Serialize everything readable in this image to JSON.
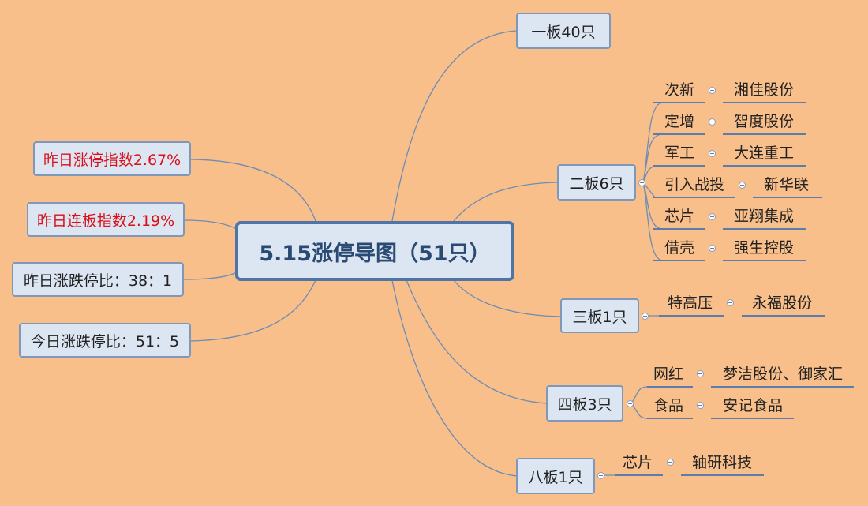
{
  "colors": {
    "background": "#F8BF8B",
    "edge": "#6E8CB5",
    "red_text": "#D9101A"
  },
  "center": {
    "title": "5.15涨停导图（51只）"
  },
  "left": {
    "yesterday_limit_index": "昨日涨停指数2.67%",
    "yesterday_consec_index": "昨日连板指数2.19%",
    "yesterday_ratio": "昨日涨跌停比：38：1",
    "today_ratio": "今日涨跌停比：51：5"
  },
  "right": {
    "board1": "一板40只",
    "board2": "二板6只",
    "board3": "三板1只",
    "board4": "四板3只",
    "board8": "八板1只"
  },
  "board2_items": [
    {
      "category": "次新",
      "stock": "湘佳股份"
    },
    {
      "category": "定增",
      "stock": "智度股份"
    },
    {
      "category": "军工",
      "stock": "大连重工"
    },
    {
      "category": "引入战投",
      "stock": "新华联"
    },
    {
      "category": "芯片",
      "stock": "亚翔集成"
    },
    {
      "category": "借壳",
      "stock": "强生控股"
    }
  ],
  "board3_items": [
    {
      "category": "特高压",
      "stock": "永福股份"
    }
  ],
  "board4_items": [
    {
      "category": "网红",
      "stock": "梦洁股份、御家汇"
    },
    {
      "category": "食品",
      "stock": "安记食品"
    }
  ],
  "board8_items": [
    {
      "category": "芯片",
      "stock": "轴研科技"
    }
  ]
}
